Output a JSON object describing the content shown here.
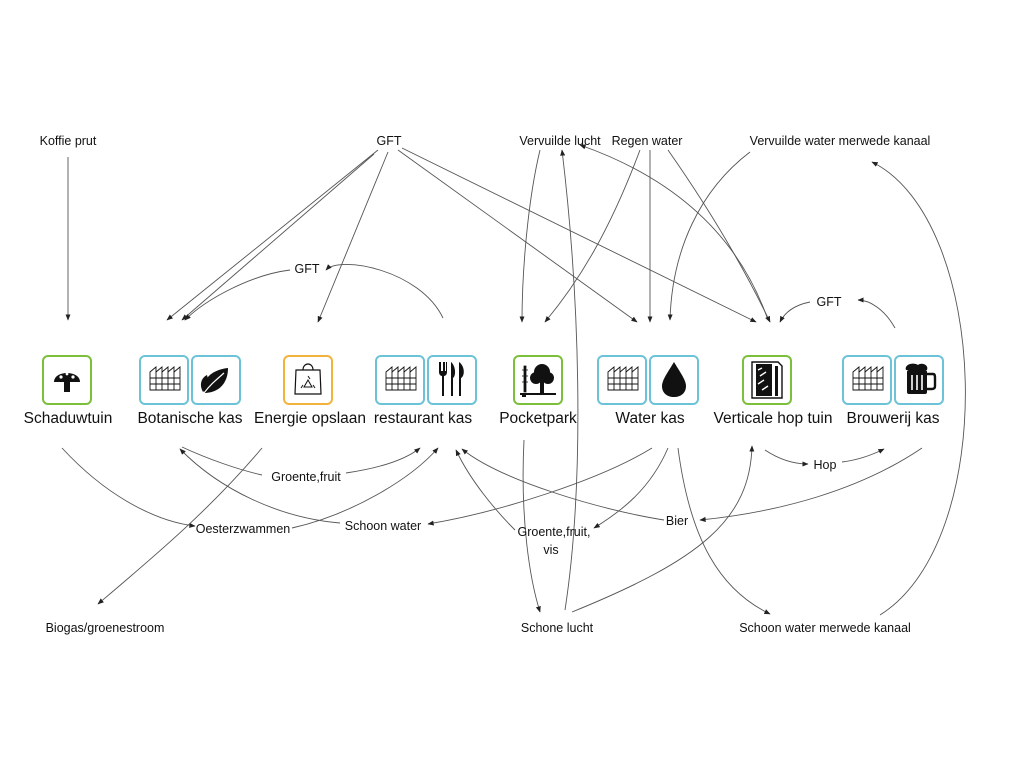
{
  "colors": {
    "accent_blue": "#6cc3d8",
    "accent_green": "#7cbf3b",
    "accent_orange": "#f2b33d",
    "line": "#555555"
  },
  "nodes": {
    "schaduwtuin": {
      "name": "Schaduwtuin",
      "icons": [
        "mushroom-icon"
      ]
    },
    "botanische_kas": {
      "name": "Botanische kas",
      "icons": [
        "greenhouse-icon",
        "leaves-icon"
      ]
    },
    "energie_opslaan": {
      "name": "Energie opslaan",
      "icons": [
        "recycle-bag-icon"
      ]
    },
    "restaurant_kas": {
      "name": "restaurant kas",
      "icons": [
        "greenhouse-icon",
        "cutlery-icon"
      ]
    },
    "pocketpark": {
      "name": "Pocketpark",
      "icons": [
        "tree-icon"
      ]
    },
    "water_kas": {
      "name": "Water kas",
      "icons": [
        "greenhouse-icon",
        "water-drop-icon"
      ]
    },
    "verticale_hop_tuin": {
      "name": "Verticale hop tuin",
      "icons": [
        "vertical-garden-icon"
      ]
    },
    "brouwerij_kas": {
      "name": "Brouwerij kas",
      "icons": [
        "greenhouse-icon",
        "beer-mug-icon"
      ]
    }
  },
  "flow_labels": {
    "koffie_prut": "Koffie prut",
    "gft_top": "GFT",
    "vervuilde_lucht": "Vervuilde lucht",
    "regen_water": "Regen water",
    "vervuilde_water": "Vervuilde water merwede kanaal",
    "gft_mid": "GFT",
    "gft_right": "GFT",
    "groente_fruit": "Groente,fruit",
    "hop": "Hop",
    "oesterzwammen": "Oesterzwammen",
    "schoon_water": "Schoon water",
    "groente_fruit_vis_line1": "Groente,fruit,",
    "groente_fruit_vis_line2": "vis",
    "bier": "Bier",
    "biogas": "Biogas/groenestroom",
    "schone_lucht": "Schone lucht",
    "schoon_water_kanaal": "Schoon water merwede kanaal"
  }
}
